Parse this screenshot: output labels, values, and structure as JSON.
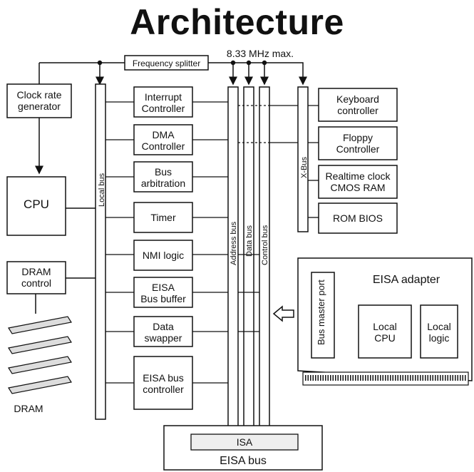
{
  "title": "Architecture",
  "top_label": "8.33 MHz max.",
  "frequency_splitter": "Frequency splitter",
  "left_blocks": {
    "clock": [
      "Clock rate",
      "generator"
    ],
    "cpu": "CPU",
    "dram_control": [
      "DRAM",
      "control"
    ],
    "dram": "DRAM"
  },
  "center_blocks": [
    [
      "Interrupt",
      "Controller"
    ],
    [
      "DMA",
      "Controller"
    ],
    [
      "Bus",
      "arbitration"
    ],
    [
      "Timer"
    ],
    [
      "NMI logic"
    ],
    [
      "EISA",
      "Bus buffer"
    ],
    [
      "Data",
      "swapper"
    ],
    [
      "EISA bus",
      "controller"
    ]
  ],
  "bus_labels": {
    "local": "Local bus",
    "address": "Address bus",
    "data": "Data bus",
    "control": "Control bus",
    "xbus": "X-Bus"
  },
  "right_blocks": [
    [
      "Keyboard",
      "controller"
    ],
    [
      "Floppy",
      "Controller"
    ],
    [
      "Realtime clock",
      "CMOS RAM"
    ],
    [
      "ROM BIOS"
    ]
  ],
  "eisa_adapter": {
    "title": "EISA adapter",
    "bus_master_port": "Bus master port",
    "local_cpu": [
      "Local",
      "CPU"
    ],
    "local_logic": [
      "Local",
      "logic"
    ]
  },
  "bottom": {
    "isa": "ISA",
    "eisa_bus": "EISA bus"
  }
}
